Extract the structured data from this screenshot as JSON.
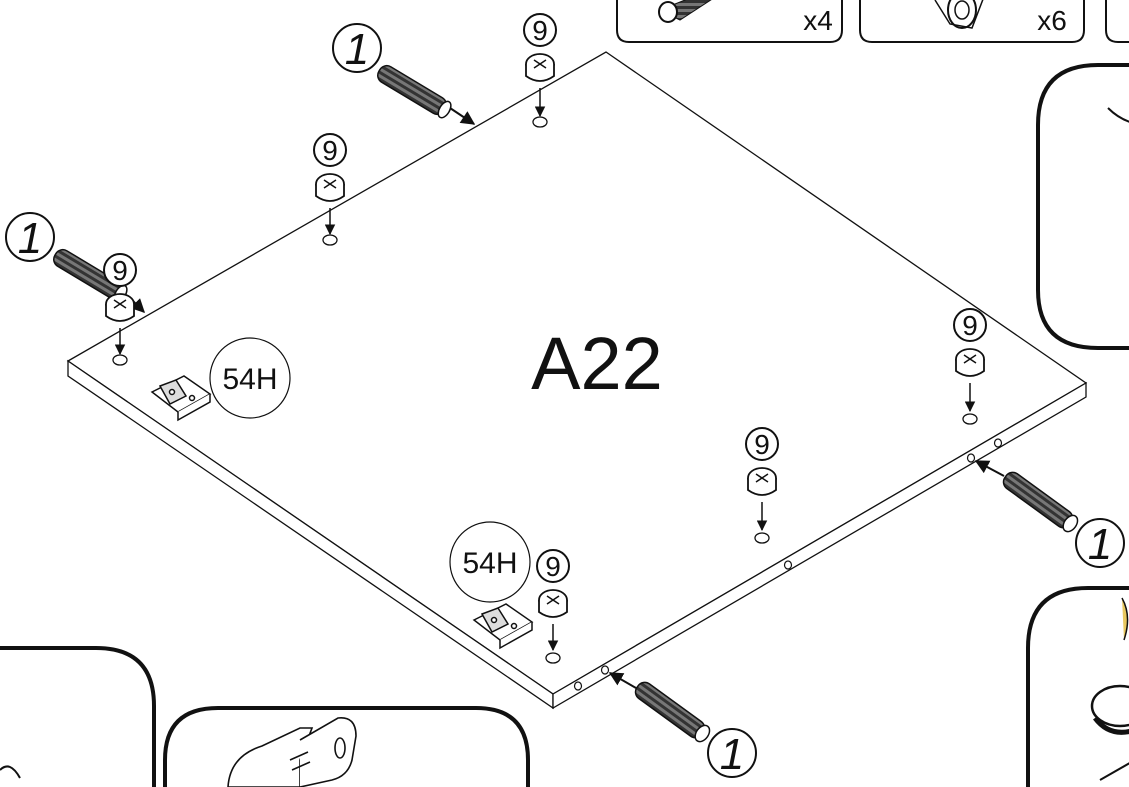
{
  "panel": {
    "label": "A22"
  },
  "hardware": {
    "dowel_number": "1",
    "cam_number": "9",
    "hinge_code": "54H"
  },
  "legend": {
    "dowel_qty": "x4",
    "cam_qty": "x6"
  },
  "colors": {
    "line": "#111111",
    "highlight": "#e8c860"
  },
  "icons": [
    "wooden-dowel-icon",
    "cam-lock-icon",
    "hinge-plate-icon",
    "arrow-icon"
  ]
}
